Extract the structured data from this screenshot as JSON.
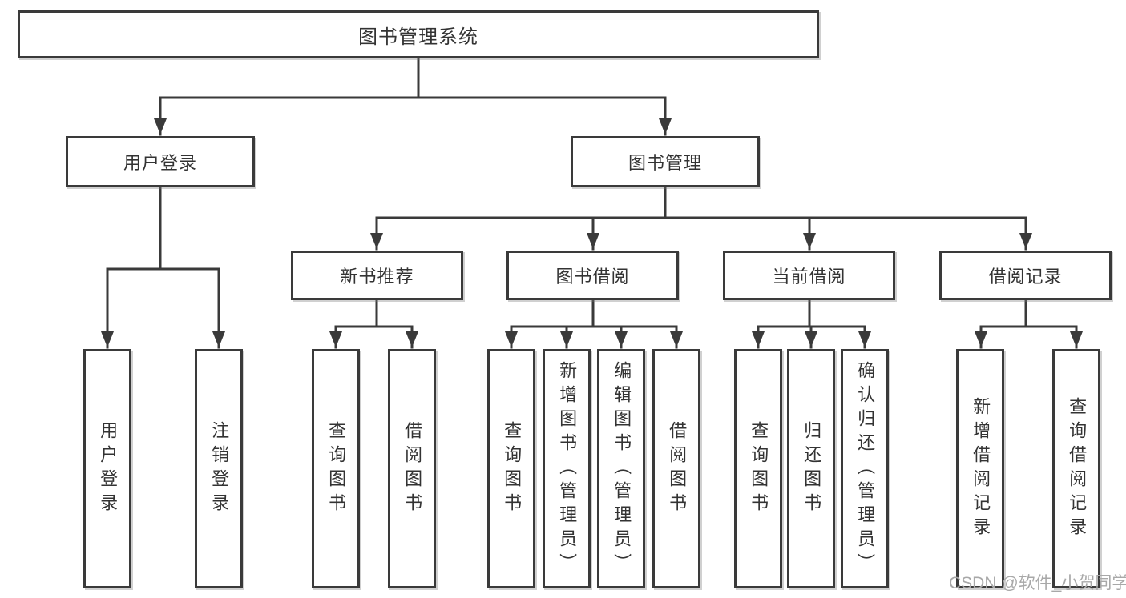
{
  "tree": {
    "root": {
      "label": "图书管理系统"
    },
    "branches": [
      {
        "label": "用户登录",
        "children": [
          {
            "label": "用户登录"
          },
          {
            "label": "注销登录"
          }
        ]
      },
      {
        "label": "图书管理",
        "sections": [
          {
            "label": "新书推荐",
            "children": [
              {
                "label": "查询图书"
              },
              {
                "label": "借阅图书"
              }
            ]
          },
          {
            "label": "图书借阅",
            "children": [
              {
                "label": "查询图书"
              },
              {
                "label": "新增图书（管理员）"
              },
              {
                "label": "编辑图书（管理员）"
              },
              {
                "label": "借阅图书"
              }
            ]
          },
          {
            "label": "当前借阅",
            "children": [
              {
                "label": "查询图书"
              },
              {
                "label": "归还图书"
              },
              {
                "label": "确认归还（管理员）"
              }
            ]
          },
          {
            "label": "借阅记录",
            "children": [
              {
                "label": "新增借阅记录"
              },
              {
                "label": "查询借阅记录"
              }
            ]
          }
        ]
      }
    ]
  },
  "watermark": {
    "text": "CSDN @软件_小贺同学"
  },
  "colors": {
    "line": "#3a3a3a",
    "text": "#333333",
    "box_bg": "#ffffff",
    "page_bg": "#ffffff",
    "watermark": "#a8a8a8"
  }
}
